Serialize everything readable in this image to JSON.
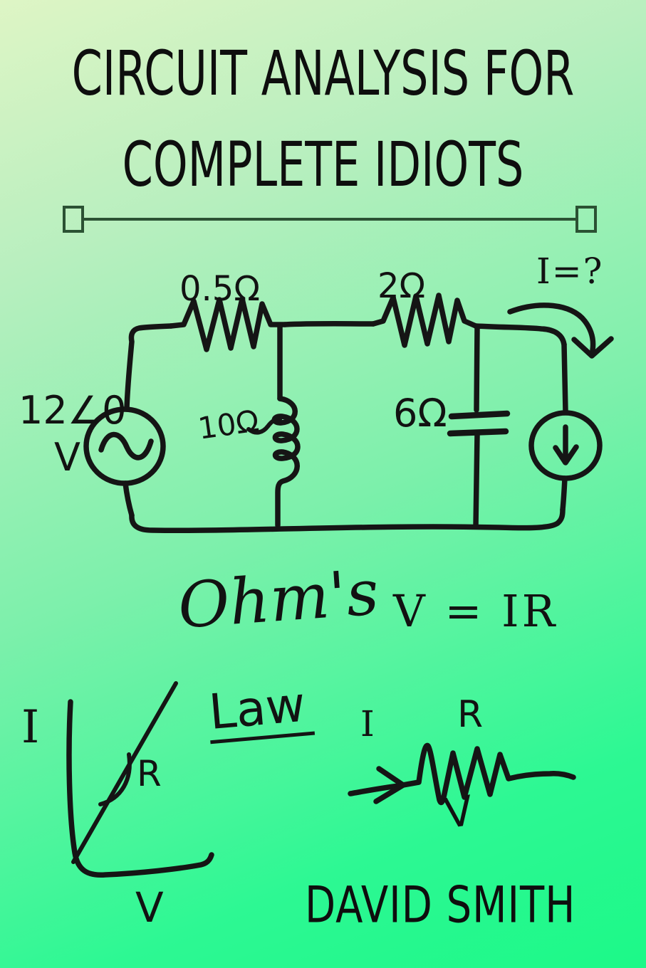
{
  "title": {
    "line1": "CIRCUIT ANALYSIS FOR",
    "line2": "COMPLETE IDIOTS"
  },
  "author": "DAVID SMITH",
  "circuit": {
    "source_value": "12∠0",
    "source_unit": "V",
    "resistor1": "0.5Ω",
    "resistor2": "2Ω",
    "inductor": "10Ω",
    "capacitor": "6Ω",
    "unknown_current": "I=?"
  },
  "ohms_law": {
    "word_ohms": "Ohm's",
    "word_law": "Law",
    "formula": "V = IR",
    "iv_graph": {
      "y_axis_label": "I",
      "x_axis_label": "V",
      "slope_label": "R"
    },
    "resistor_sketch": {
      "current_label": "I",
      "resistor_label": "R",
      "voltage_label": "V"
    }
  },
  "colors": {
    "background_top": "#def5c5",
    "background_bottom": "#1cf988",
    "ink": "#141414",
    "divider_green": "#2b5133"
  }
}
